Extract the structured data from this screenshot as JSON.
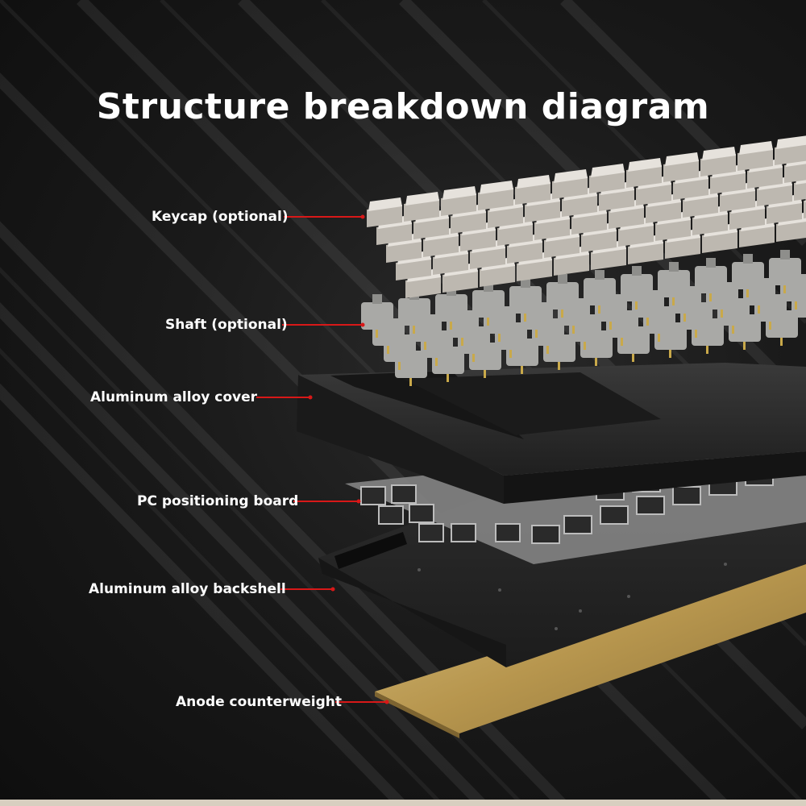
{
  "title": "Structure breakdown diagram",
  "callouts": [
    {
      "id": "keycap",
      "label": "Keycap (optional)"
    },
    {
      "id": "shaft",
      "label": "Shaft (optional)"
    },
    {
      "id": "cover",
      "label": "Aluminum alloy cover"
    },
    {
      "id": "positioning-board",
      "label": "PC positioning board"
    },
    {
      "id": "backshell",
      "label": "Aluminum alloy backshell"
    },
    {
      "id": "counterweight",
      "label": "Anode counterweight"
    }
  ],
  "colors": {
    "leader_line": "#d81818",
    "keycap": "#e6e2dc",
    "switch": "#a9a9a6",
    "cover": "#2f2f2f",
    "plate": "#b8b8b8",
    "backshell": "#262626",
    "counterweight": "#c2a45e"
  }
}
